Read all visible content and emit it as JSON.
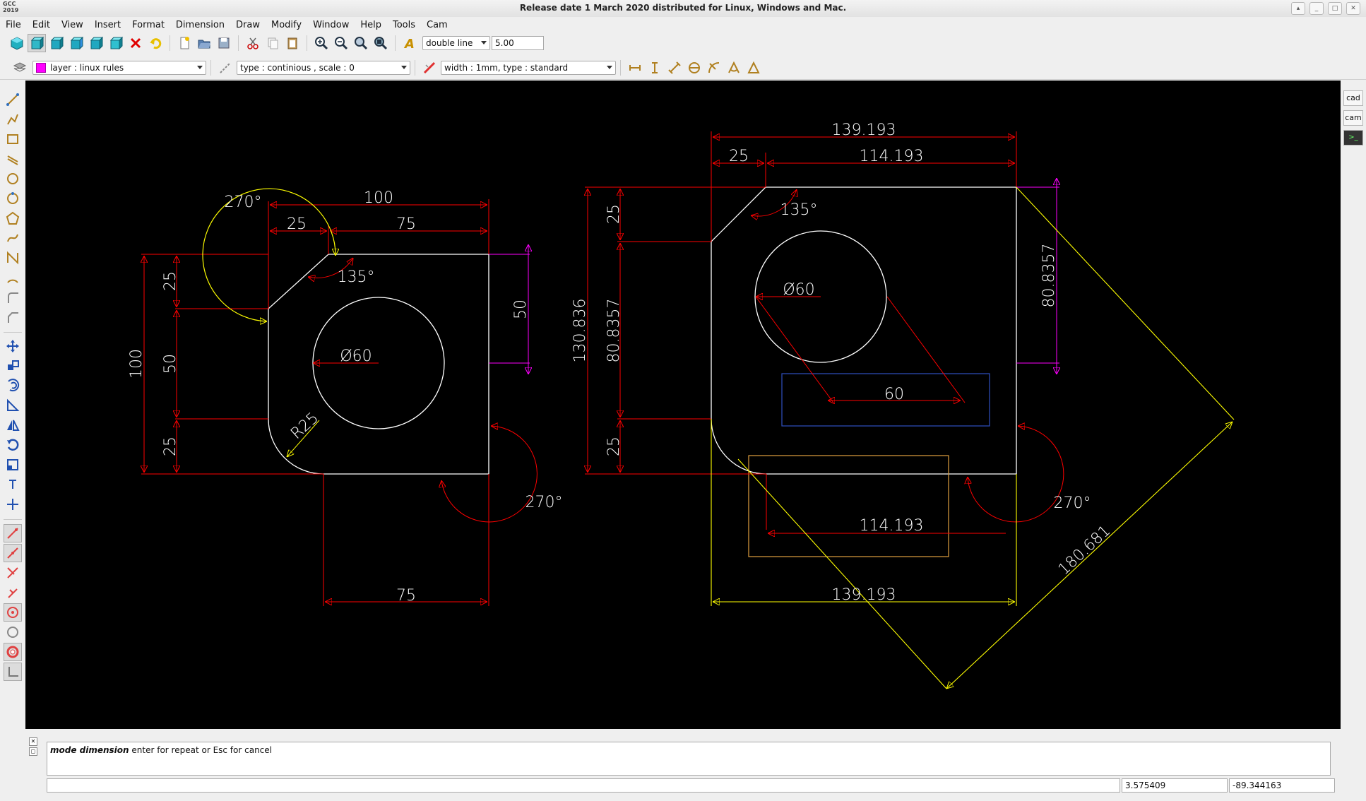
{
  "window": {
    "title": "Release date 1 March 2020 distributed for Linux, Windows and Mac.",
    "logo_line1": "GCC",
    "logo_line2": "2019"
  },
  "menu": [
    "File",
    "Edit",
    "View",
    "Insert",
    "Format",
    "Dimension",
    "Draw",
    "Modify",
    "Window",
    "Help",
    "Tools",
    "Cam"
  ],
  "toolbar": {
    "line_style": "double line",
    "line_value": "5.00",
    "layer": "layer : linux rules",
    "layer_color": "#ff00ff",
    "linetype": "type : continious , scale : 0",
    "lineweight": "width : 1mm, type : standard"
  },
  "right_dock": [
    "cad",
    "cam"
  ],
  "console": {
    "mode": "mode dimension",
    "message": " enter for repeat or Esc for cancel",
    "coord_x": "3.575409",
    "coord_y": "-89.344163"
  },
  "drawing": {
    "left": {
      "d_top_total": "100",
      "d_top_25": "25",
      "d_top_75": "75",
      "d_left_total": "100",
      "d_left_25a": "25",
      "d_left_50": "50",
      "d_left_25b": "25",
      "d_right_50": "50",
      "d_bottom_75": "75",
      "angle_270a": "270°",
      "angle_135": "135°",
      "angle_270b": "270°",
      "radius": "R25",
      "diameter": "Ø60"
    },
    "right": {
      "d_top_total": "139.193",
      "d_top_25": "25",
      "d_top_114": "114.193",
      "d_left_total": "130.836",
      "d_left_25a": "25",
      "d_left_80": "80.8357",
      "d_left_25b": "25",
      "d_right_80": "80.8357",
      "angle_135": "135°",
      "angle_270": "270°",
      "diameter": "Ø60",
      "d_60": "60",
      "d_114_inner": "114.193",
      "d_bottom_139": "139.193",
      "d_diag_180": "180.681"
    },
    "colors": {
      "geometry": "#ffffff",
      "dimension": "#ff0000",
      "angle_highlight": "#ffff00",
      "magenta": "#ff00ff",
      "blue_box": "#3050c0",
      "orange_box": "#e0a040"
    }
  }
}
